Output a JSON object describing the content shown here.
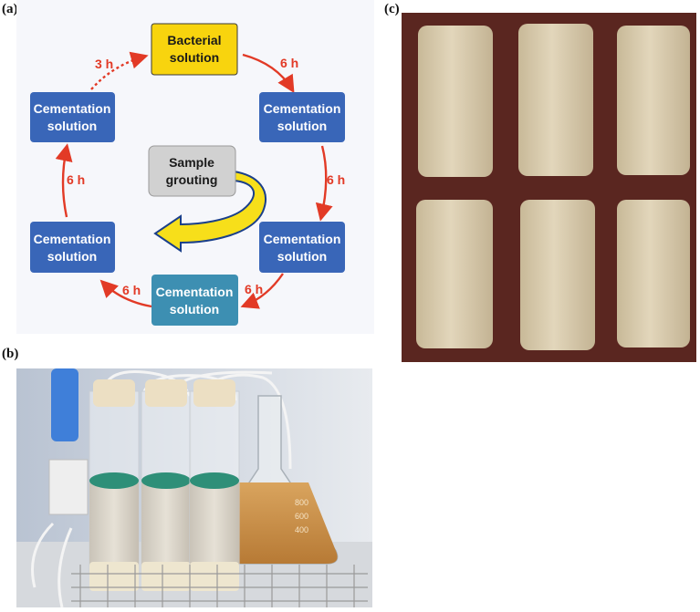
{
  "panels": {
    "a": "(a)",
    "b": "(b)",
    "c": "(c)"
  },
  "cycle": {
    "bacterial": [
      "Bacterial",
      "solution"
    ],
    "cementation": [
      "Cementation",
      "solution"
    ],
    "grouting": [
      "Sample",
      "grouting"
    ],
    "intervals": {
      "bacterial_feed": "3 h",
      "standard": "6 h"
    }
  },
  "flask_marks": [
    "800",
    "600",
    "400"
  ],
  "colors": {
    "bacterial_box": "#f8d40e",
    "cementation_box": "#3966b8",
    "final_cementation_box": "#3d8fb2",
    "grouting_box": "#d1d1d1",
    "arrow": "#e23a26",
    "grouting_arrow": "#f7df1a",
    "specimen": "#d9ccb1",
    "backdrop": "#5a2620"
  }
}
